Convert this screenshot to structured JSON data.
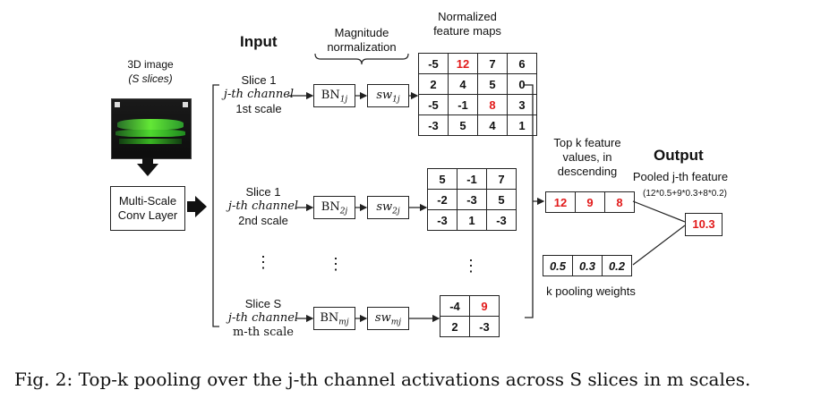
{
  "input_header": "Input",
  "output_header": "Output",
  "image_label": [
    "3D image",
    "(S slices)"
  ],
  "conv_layer": [
    "Multi-Scale",
    "Conv Layer"
  ],
  "magnitude_label": [
    "Magnitude",
    "normalization"
  ],
  "normalized_label": [
    "Normalized",
    "feature maps"
  ],
  "slices": [
    {
      "lines": [
        "Slice 1",
        "j-th channel",
        "1st scale"
      ],
      "bn": "BN",
      "bn_sub": "1j",
      "sw": "sw",
      "sw_sub": "1j"
    },
    {
      "lines": [
        "Slice 1",
        "j-th channel",
        "2nd scale"
      ],
      "bn": "BN",
      "bn_sub": "2j",
      "sw": "sw",
      "sw_sub": "2j"
    },
    {
      "lines": [
        "Slice S",
        "j-th channel",
        "m-th scale"
      ],
      "bn": "BN",
      "bn_sub": "mj",
      "sw": "sw",
      "sw_sub": "mj"
    }
  ],
  "ellipsis": "⋮",
  "map1": [
    [
      "-5",
      "12",
      "7",
      "6"
    ],
    [
      "2",
      "4",
      "5",
      "0"
    ],
    [
      "-5",
      "-1",
      "8",
      "3"
    ],
    [
      "-3",
      "5",
      "4",
      "1"
    ]
  ],
  "map1_red": [
    [
      0,
      1
    ],
    [
      2,
      2
    ]
  ],
  "map2": [
    [
      "5",
      "-1",
      "7"
    ],
    [
      "-2",
      "-3",
      "5"
    ],
    [
      "-3",
      "1",
      "-3"
    ]
  ],
  "map3": [
    [
      "-4",
      "9"
    ],
    [
      "2",
      "-3"
    ]
  ],
  "map3_red": [
    [
      0,
      1
    ]
  ],
  "topk_label": [
    "Top k feature",
    "values, in",
    "descending"
  ],
  "topk_values": [
    "12",
    "9",
    "8"
  ],
  "weights": [
    "0.5",
    "0.3",
    "0.2"
  ],
  "weights_label": "k pooling weights",
  "pooled_label": "Pooled j-th feature",
  "formula": "(12*0.5+9*0.3+8*0.2)",
  "result": "10.3",
  "caption": "Fig. 2: Top-k pooling over the j-th channel activations across S slices in m scales.",
  "colors": {
    "highlight": "#e21b1b",
    "stroke": "#222222"
  }
}
